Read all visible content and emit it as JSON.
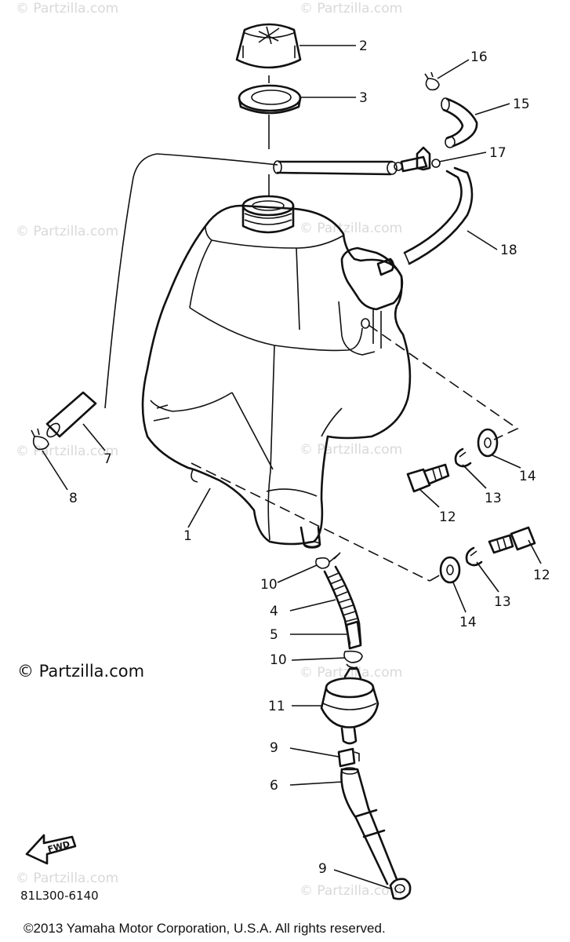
{
  "watermark": "© Partzilla.com",
  "brand_text": "© Partzilla.com",
  "diagram_code": "81L300-6140",
  "fwd_label": "FWD",
  "copyright": "©2013 Yamaha Motor Corporation, U.S.A. All rights reserved.",
  "callouts": {
    "c1": "1",
    "c2": "2",
    "c3": "3",
    "c4": "4",
    "c5": "5",
    "c6": "6",
    "c7": "7",
    "c8": "8",
    "c9a": "9",
    "c9b": "9",
    "c10a": "10",
    "c10b": "10",
    "c11": "11",
    "c12a": "12",
    "c12b": "12",
    "c13a": "13",
    "c13b": "13",
    "c14a": "14",
    "c14b": "14",
    "c15": "15",
    "c16": "16",
    "c17": "17",
    "c18": "18"
  }
}
